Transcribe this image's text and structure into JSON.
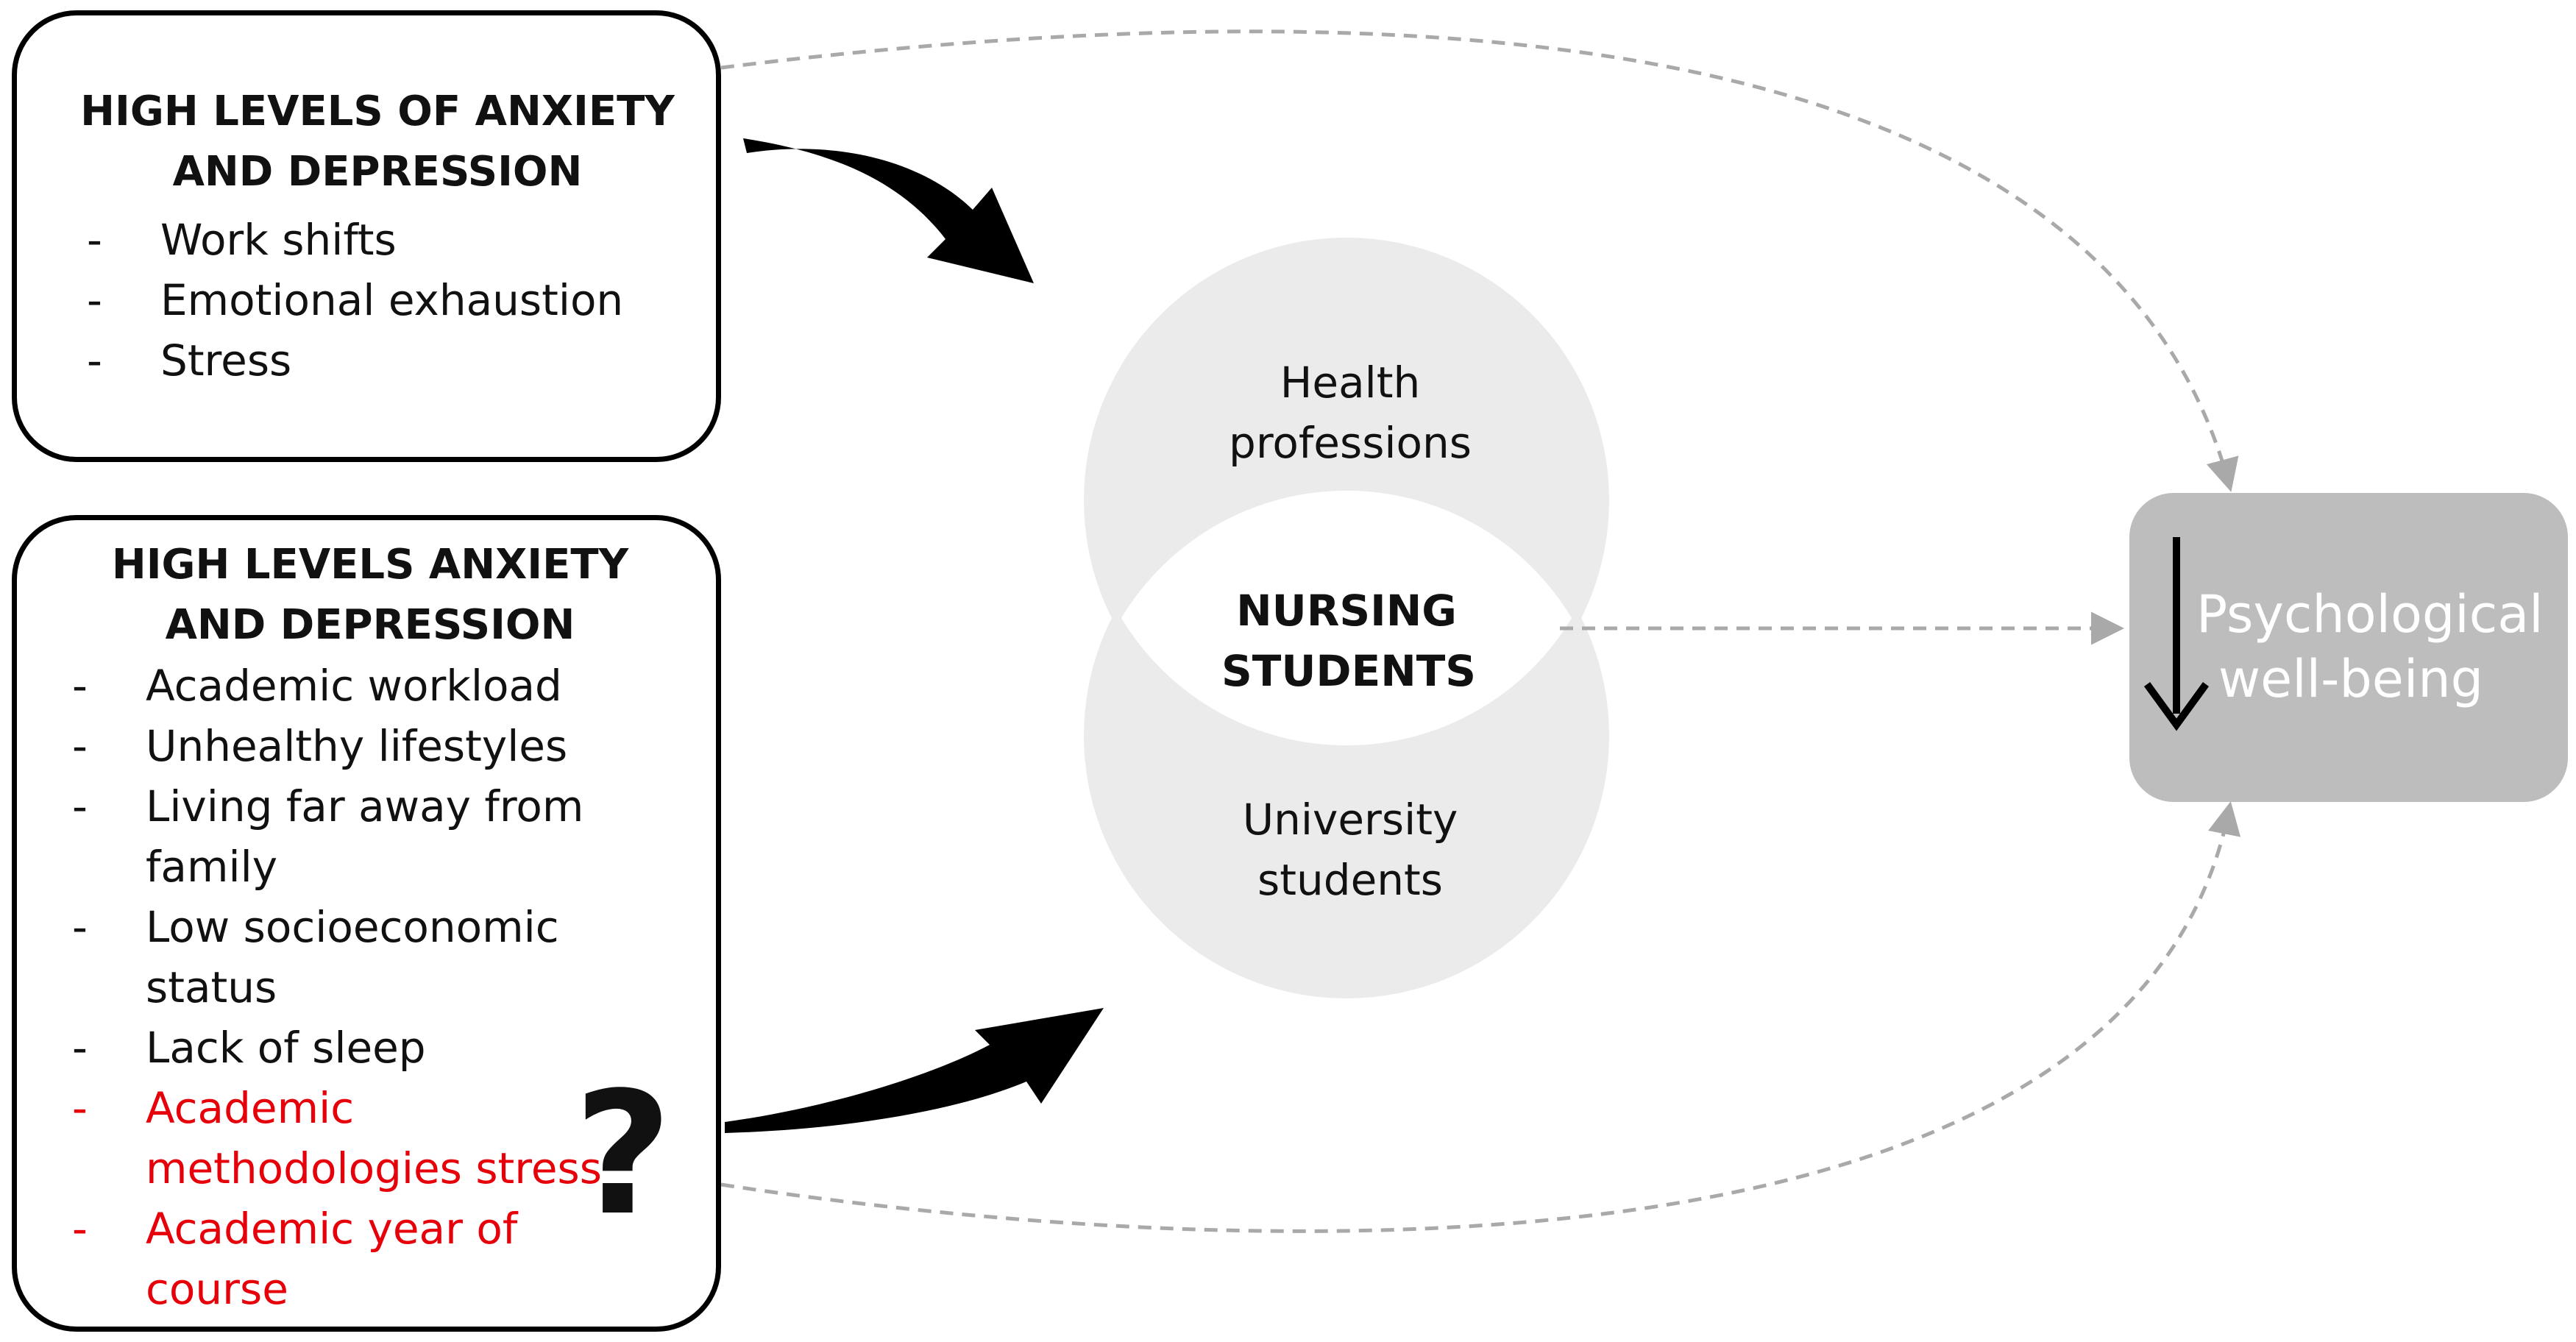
{
  "box1": {
    "title": "HIGH LEVELS OF ANXIETY AND DEPRESSION",
    "items": [
      {
        "dash": "-",
        "text": "Work shifts"
      },
      {
        "dash": "-",
        "text": "Emotional exhaustion"
      },
      {
        "dash": "-",
        "text": "Stress"
      }
    ]
  },
  "box2": {
    "title": "HIGH LEVELS ANXIETY AND DEPRESSION",
    "items": [
      {
        "dash": "-",
        "text": "Academic workload"
      },
      {
        "dash": "-",
        "text": "Unhealthy lifestyles"
      },
      {
        "dash": "-",
        "text": "Living far away from family"
      },
      {
        "dash": "-",
        "text": "Low socioeconomic status"
      },
      {
        "dash": "-",
        "text": "Lack of sleep"
      },
      {
        "dash": "-",
        "text": "Academic methodologies stress"
      },
      {
        "dash": "-",
        "text": "Academic year of course"
      }
    ],
    "question_mark": "?"
  },
  "venn": {
    "top": "Health professions",
    "overlap": "NURSING STUDENTS",
    "bottom": "University students"
  },
  "outcome": {
    "label": "Psychological well-being"
  },
  "colors": {
    "highlight": "#e6000a",
    "venn_fill": "#ebebeb",
    "outcome_fill": "#bdbdbd",
    "dashed_arrow": "#a9a9a9"
  }
}
